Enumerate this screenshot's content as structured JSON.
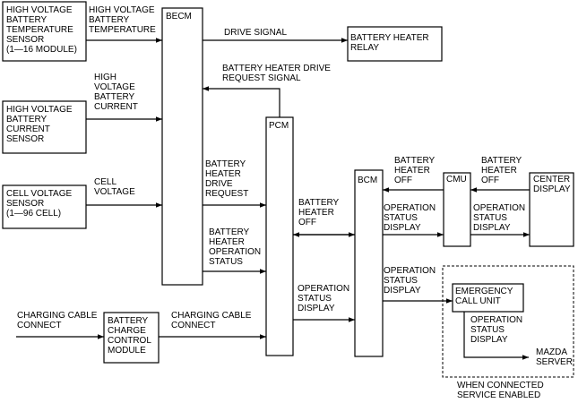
{
  "boxes": {
    "hv_temp_sensor": [
      "HIGH VOLTAGE",
      "BATTERY",
      "TEMPERATURE",
      "SENSOR",
      "(1—16 MODULE)"
    ],
    "hv_current_sensor": [
      "HIGH VOLTAGE",
      "BATTERY",
      "CURRENT",
      "SENSOR"
    ],
    "cell_voltage_sensor": [
      "CELL VOLTAGE",
      "SENSOR",
      "(1—96 CELL)"
    ],
    "becm": [
      "BECM"
    ],
    "battery_heater_relay": [
      "BATTERY HEATER",
      "RELAY"
    ],
    "pcm": [
      "PCM"
    ],
    "bcm": [
      "BCM"
    ],
    "cmu": [
      "CMU"
    ],
    "center_display": [
      "CENTER",
      "DISPLAY"
    ],
    "battery_charge_control_module": [
      "BATTERY",
      "CHARGE",
      "CONTROL",
      "MODULE"
    ],
    "emergency_call_unit": [
      "EMERGENCY",
      "CALL UNIT"
    ],
    "mazda_server": [
      "MAZDA",
      "SERVER"
    ]
  },
  "labels": {
    "hv_battery_temperature": [
      "HIGH VOLTAGE",
      "BATTERY",
      "TEMPERATURE"
    ],
    "hv_battery_current": [
      "HIGH",
      "VOLTAGE",
      "BATTERY",
      "CURRENT"
    ],
    "cell_voltage": [
      "CELL",
      "VOLTAGE"
    ],
    "drive_signal": [
      "DRIVE SIGNAL"
    ],
    "heater_drive_request_signal": [
      "BATTERY HEATER DRIVE",
      "REQUEST SIGNAL"
    ],
    "heater_drive_request": [
      "BATTERY",
      "HEATER",
      "DRIVE",
      "REQUEST"
    ],
    "heater_operation_status": [
      "BATTERY",
      "HEATER",
      "OPERATION",
      "STATUS"
    ],
    "charging_cable_connect_in": [
      "CHARGING CABLE",
      "CONNECT"
    ],
    "charging_cable_connect_out": [
      "CHARGING CABLE",
      "CONNECT"
    ],
    "pcm_heater_off": [
      "BATTERY",
      "HEATER",
      "OFF"
    ],
    "pcm_operation_status_display": [
      "OPERATION",
      "STATUS",
      "DISPLAY"
    ],
    "bcm_heater_off": [
      "BATTERY",
      "HEATER",
      "OFF"
    ],
    "bcm_operation_status_display": [
      "OPERATION",
      "STATUS",
      "DISPLAY"
    ],
    "cmu_heater_off": [
      "BATTERY",
      "HEATER",
      "OFF"
    ],
    "cmu_operation_status_display": [
      "OPERATION",
      "STATUS",
      "DISPLAY"
    ],
    "bcm_to_ecall_status_display": [
      "OPERATION",
      "STATUS",
      "DISPLAY"
    ],
    "ecall_to_server_status_display": [
      "OPERATION",
      "STATUS",
      "DISPLAY"
    ],
    "service_note": [
      "WHEN CONNECTED",
      "SERVICE ENABLED"
    ]
  }
}
